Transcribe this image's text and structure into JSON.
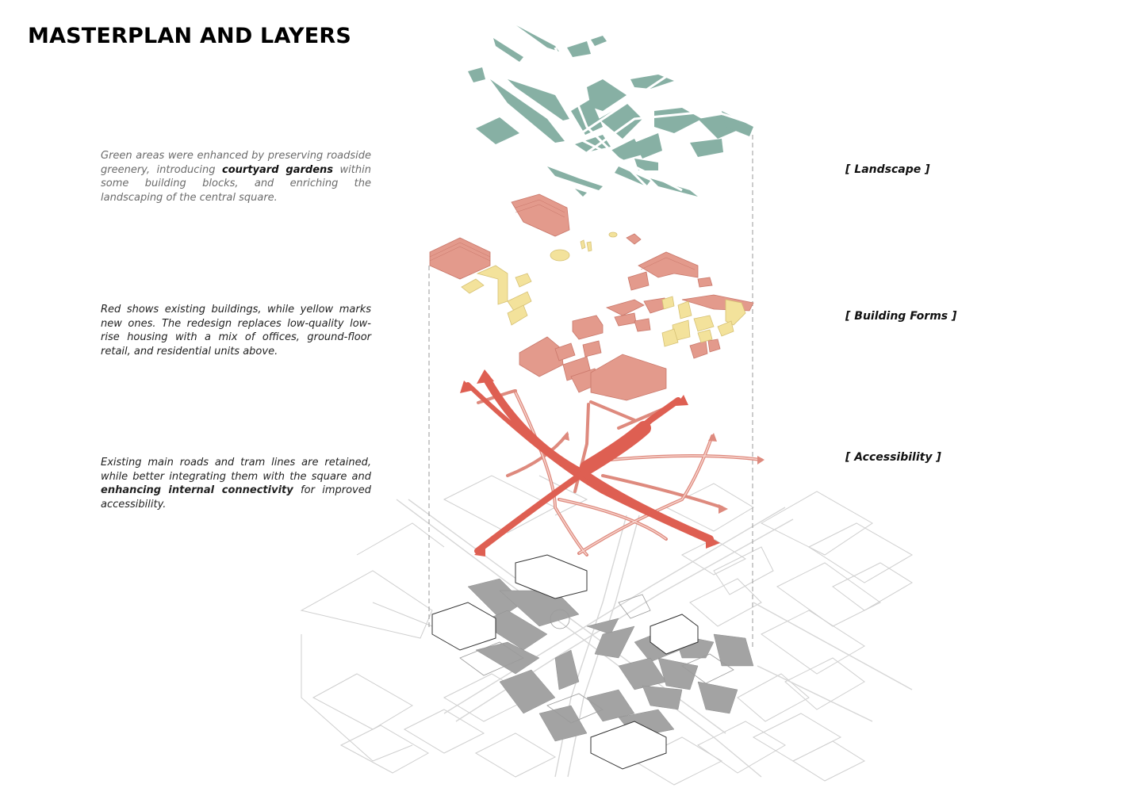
{
  "title": "MASTERPLAN AND LAYERS",
  "descriptions": {
    "landscape": {
      "before": "Green areas were enhanced by preserving roadside greenery, introducing ",
      "bold": "courtyard gardens",
      "after": " within some building blocks, and enriching the landscaping of the central square."
    },
    "buildings": {
      "text": "Red shows existing buildings, while yellow marks new ones. The redesign replaces low-quality low-rise housing with a mix of offices, ground-floor retail, and residential units above."
    },
    "accessibility": {
      "before": "Existing main roads and tram lines are retained, while better integrating them with the square and ",
      "bold1": "enhancing",
      "mid": " ",
      "bold2": "internal connectivity",
      "after": " for improved accessibility."
    }
  },
  "layers": {
    "landscape": "[ Landscape ]",
    "building_forms": "[ Building Forms ]",
    "accessibility": "[ Accessibility ]"
  },
  "colors": {
    "landscape_green": "#87b0a4",
    "existing_building_red": "#e39a8c",
    "new_building_yellow": "#f3e29b",
    "route_red": "#de5f52",
    "base_gray": "#a3a3a3"
  }
}
